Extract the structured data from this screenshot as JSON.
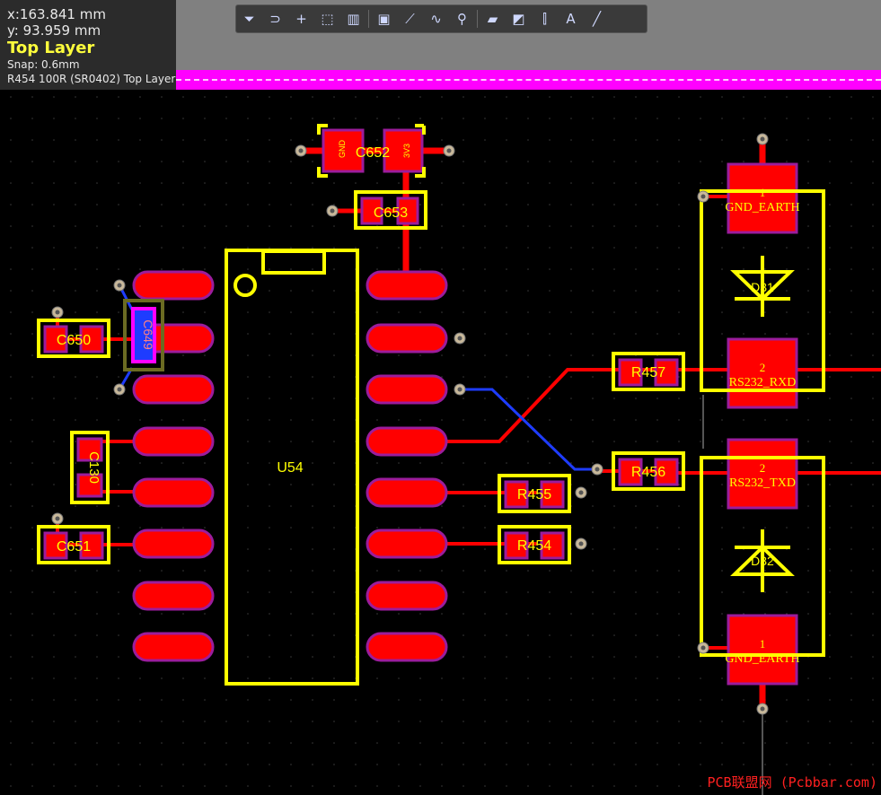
{
  "hud": {
    "x": "x:163.841 mm",
    "y": "y: 93.959  mm",
    "layer": "Top Layer",
    "snap": "Snap: 0.6mm",
    "hover": "R454  100R (SR0402)  Top Layer"
  },
  "toolbar": {
    "tools": [
      {
        "name": "filter-icon",
        "glyph": "⏷"
      },
      {
        "name": "route-icon",
        "glyph": "⊃"
      },
      {
        "name": "crosshair-icon",
        "glyph": "+"
      },
      {
        "name": "select-rect-icon",
        "glyph": "⬚"
      },
      {
        "name": "align-icon",
        "glyph": "▥"
      },
      {
        "name": "component-icon",
        "glyph": "▣"
      },
      {
        "name": "interactive-route-icon",
        "glyph": "⟋"
      },
      {
        "name": "diff-pair-icon",
        "glyph": "∿"
      },
      {
        "name": "via-icon",
        "glyph": "⚲"
      },
      {
        "name": "polygon-icon",
        "glyph": "▰"
      },
      {
        "name": "region-icon",
        "glyph": "◩"
      },
      {
        "name": "dimension-icon",
        "glyph": "⫿"
      },
      {
        "name": "text-icon",
        "glyph": "A"
      },
      {
        "name": "line-icon",
        "glyph": "╱"
      }
    ]
  },
  "components": {
    "u54": "U54",
    "c652": "C652",
    "c652_net_left": "GND",
    "c652_net_right": "3V3",
    "c653": "C653",
    "c650": "C650",
    "c649": "C649",
    "c130": "C130",
    "c651": "C651",
    "r457": "R457",
    "r456": "R456",
    "r455": "R455",
    "r454": "R454",
    "d31": "D31",
    "d32": "D32",
    "d31_pin1": "1",
    "d31_net1": "GND_EARTH",
    "d31_pin2": "2",
    "d31_net2": "RS232_RXD",
    "d32_pin2": "2",
    "d32_net2": "RS232_TXD",
    "d32_pin1": "1",
    "d32_net1": "GND_EARTH"
  },
  "colors": {
    "pad": "#ff0000",
    "pad_outline": "#9c1c9c",
    "silk": "#ffff00",
    "bottom_trace": "#1e3cff",
    "background": "#000000"
  },
  "watermark": "PCB联盟网 (Pcbbar.com)"
}
